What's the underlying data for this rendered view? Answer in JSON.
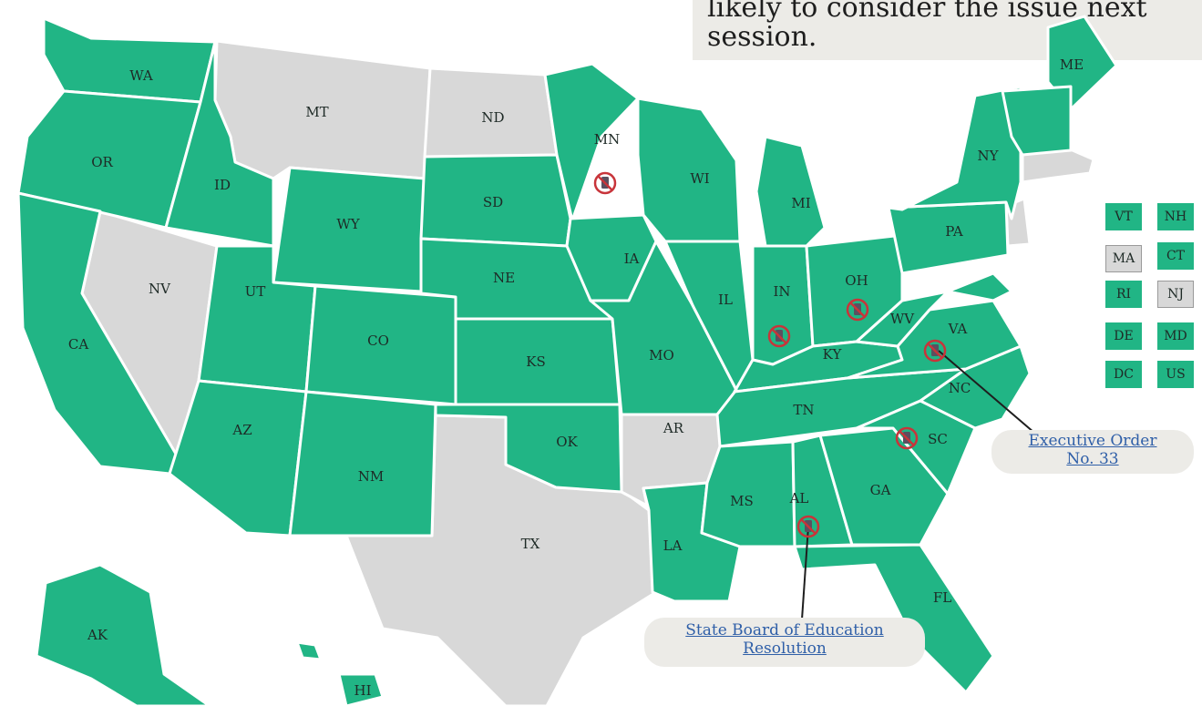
{
  "note": {
    "line1": "likely to consider the issue next",
    "line2": "session."
  },
  "colors": {
    "active": "#21b585",
    "inactive": "#d8d8d8",
    "ban_ring": "#c8343a",
    "link": "#2f5fa8",
    "callout_bg": "#ecebe7"
  },
  "states": {
    "WA": "WA",
    "OR": "OR",
    "CA": "CA",
    "ID": "ID",
    "NV": "NV",
    "MT": "MT",
    "WY": "WY",
    "UT": "UT",
    "AZ": "AZ",
    "CO": "CO",
    "NM": "NM",
    "ND": "ND",
    "SD": "SD",
    "NE": "NE",
    "KS": "KS",
    "OK": "OK",
    "TX": "TX",
    "MN": "MN",
    "IA": "IA",
    "MO": "MO",
    "AR": "AR",
    "LA": "LA",
    "WI": "WI",
    "IL": "IL",
    "MI": "MI",
    "IN": "IN",
    "OH": "OH",
    "KY": "KY",
    "TN": "TN",
    "MS": "MS",
    "AL": "AL",
    "GA": "GA",
    "FL": "FL",
    "SC": "SC",
    "NC": "NC",
    "VA": "VA",
    "WV": "WV",
    "PA": "PA",
    "NY": "NY",
    "ME": "ME",
    "AK": "AK",
    "HI": "HI"
  },
  "small_states": [
    {
      "code": "VT",
      "status": "green"
    },
    {
      "code": "NH",
      "status": "green"
    },
    {
      "code": "MA",
      "status": "gray"
    },
    {
      "code": "CT",
      "status": "green"
    },
    {
      "code": "RI",
      "status": "green"
    },
    {
      "code": "NJ",
      "status": "gray"
    },
    {
      "code": "DE",
      "status": "green"
    },
    {
      "code": "MD",
      "status": "green"
    },
    {
      "code": "DC",
      "status": "green"
    },
    {
      "code": "US",
      "status": "green"
    }
  ],
  "callouts": {
    "va_order": {
      "line1": "Executive Order ",
      "line2": "No. 33"
    },
    "al_board": {
      "line1": "State Board of Education",
      "line2": "Resolution"
    }
  },
  "ban_states": [
    "MN",
    "IN",
    "OH",
    "VA",
    "SC",
    "AL"
  ],
  "icons": {
    "ban": "no-phone-icon"
  }
}
